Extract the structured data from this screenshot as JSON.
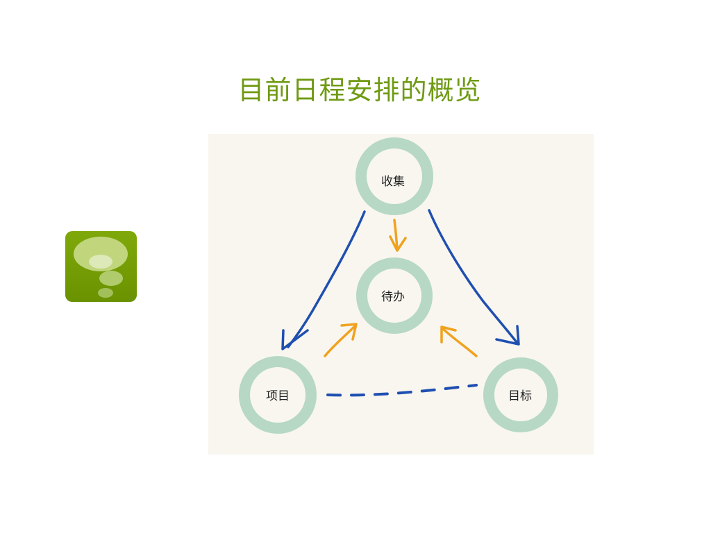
{
  "slide": {
    "title": "目前日程安排的概览"
  },
  "logo": {
    "icon": "thought-bubble-icon",
    "color": "#75a000"
  },
  "diagram": {
    "nodes": [
      {
        "id": "collect",
        "label": "收集"
      },
      {
        "id": "todo",
        "label": "待办"
      },
      {
        "id": "project",
        "label": "项目"
      },
      {
        "id": "goal",
        "label": "目标"
      }
    ],
    "edges": [
      {
        "from": "collect",
        "to": "project",
        "style": "arrow",
        "color": "#1f4fb0"
      },
      {
        "from": "collect",
        "to": "goal",
        "style": "arrow",
        "color": "#1f4fb0"
      },
      {
        "from": "collect",
        "to": "todo",
        "style": "arrow",
        "color": "#f0a21e"
      },
      {
        "from": "project",
        "to": "todo",
        "style": "arrow",
        "color": "#f0a21e"
      },
      {
        "from": "goal",
        "to": "todo",
        "style": "arrow",
        "color": "#f0a21e"
      },
      {
        "from": "project",
        "to": "goal",
        "style": "dashed-line",
        "color": "#1f4fb0"
      }
    ],
    "colors": {
      "background": "#f8f6ef",
      "ring": "#b6d8c4"
    }
  }
}
